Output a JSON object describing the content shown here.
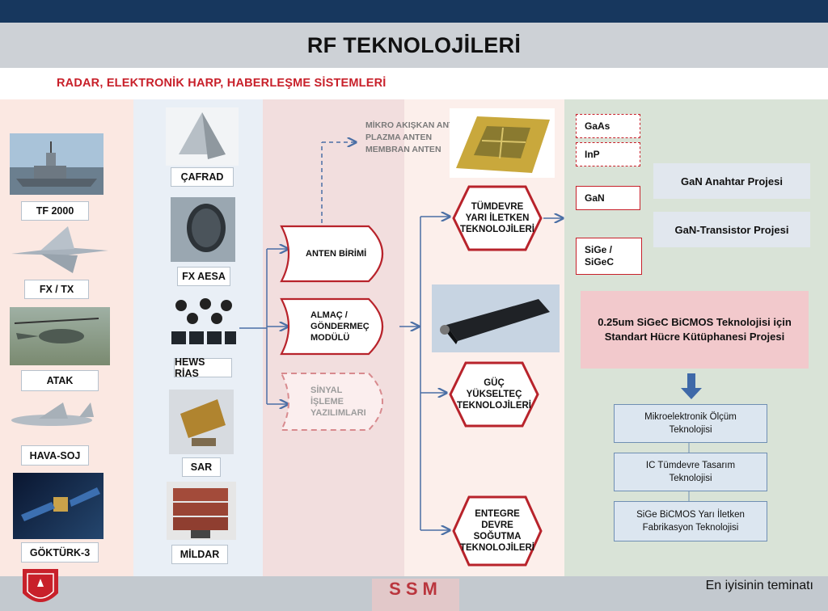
{
  "header": {
    "title": "RF TEKNOLOJİLERİ",
    "subtitle": "RADAR, ELEKTRONİK HARP, HABERLEŞME SİSTEMLERİ"
  },
  "platforms": [
    "TF 2000",
    "FX / TX",
    "ATAK",
    "HAVA-SOJ",
    "GÖKTÜRK-3"
  ],
  "systems": [
    "ÇAFRAD",
    "FX AESA",
    "HEWS RİAS",
    "SAR",
    "MİLDAR"
  ],
  "units": {
    "antenna": "ANTEN BİRİMİ",
    "transceiver_l1": "ALMAÇ /",
    "transceiver_l2": "GÖNDERMEÇ",
    "transceiver_l3": "MODÜLÜ",
    "signal_l1": "SİNYAL",
    "signal_l2": "İŞLEME",
    "signal_l3": "YAZILIMLARI"
  },
  "antenna_types": [
    "MİKRO AKIŞKAN ANTEN",
    "PLAZMA ANTEN",
    "MEMBRAN ANTEN"
  ],
  "technologies": {
    "semiconductor": [
      "TÜMDEVRE",
      "YARI İLETKEN",
      "TEKNOLOJİLERİ"
    ],
    "power_amp": [
      "GÜÇ",
      "YÜKSELTEÇ",
      "TEKNOLOJİLERİ"
    ],
    "cooling": [
      "ENTEGRE",
      "DEVRE",
      "SOĞUTMA",
      "TEKNOLOJİLERİ"
    ]
  },
  "materials": {
    "gaas": "GaAs",
    "inp": "InP",
    "gan": "GaN",
    "sige_l1": "SiGe /",
    "sige_l2": "SiGeC"
  },
  "projects": {
    "gan_switch": "GaN Anahtar Projesi",
    "gan_transistor": "GaN-Transistor Projesi",
    "bicmos_l1": "0.25um SiGeC BiCMOS Teknolojisi için",
    "bicmos_l2": "Standart Hücre Kütüphanesi Projesi"
  },
  "tech_boxes": {
    "t1_l1": "Mikroelektronik Ölçüm",
    "t1_l2": "Teknolojisi",
    "t2_l1": "IC Tümdevre Tasarım",
    "t2_l2": "Teknolojisi",
    "t3_l1": "SiGe BiCMOS Yarı İletken",
    "t3_l2": "Fabrikasyon Teknolojisi"
  },
  "footer": {
    "slogan": "En iyisinin teminatı",
    "logo_text": "SSM"
  },
  "colors": {
    "header_bar": "#17375e",
    "title_bar": "#cdd1d6",
    "accent_red": "#c8202a",
    "arrow_blue": "#4a6fa5"
  }
}
